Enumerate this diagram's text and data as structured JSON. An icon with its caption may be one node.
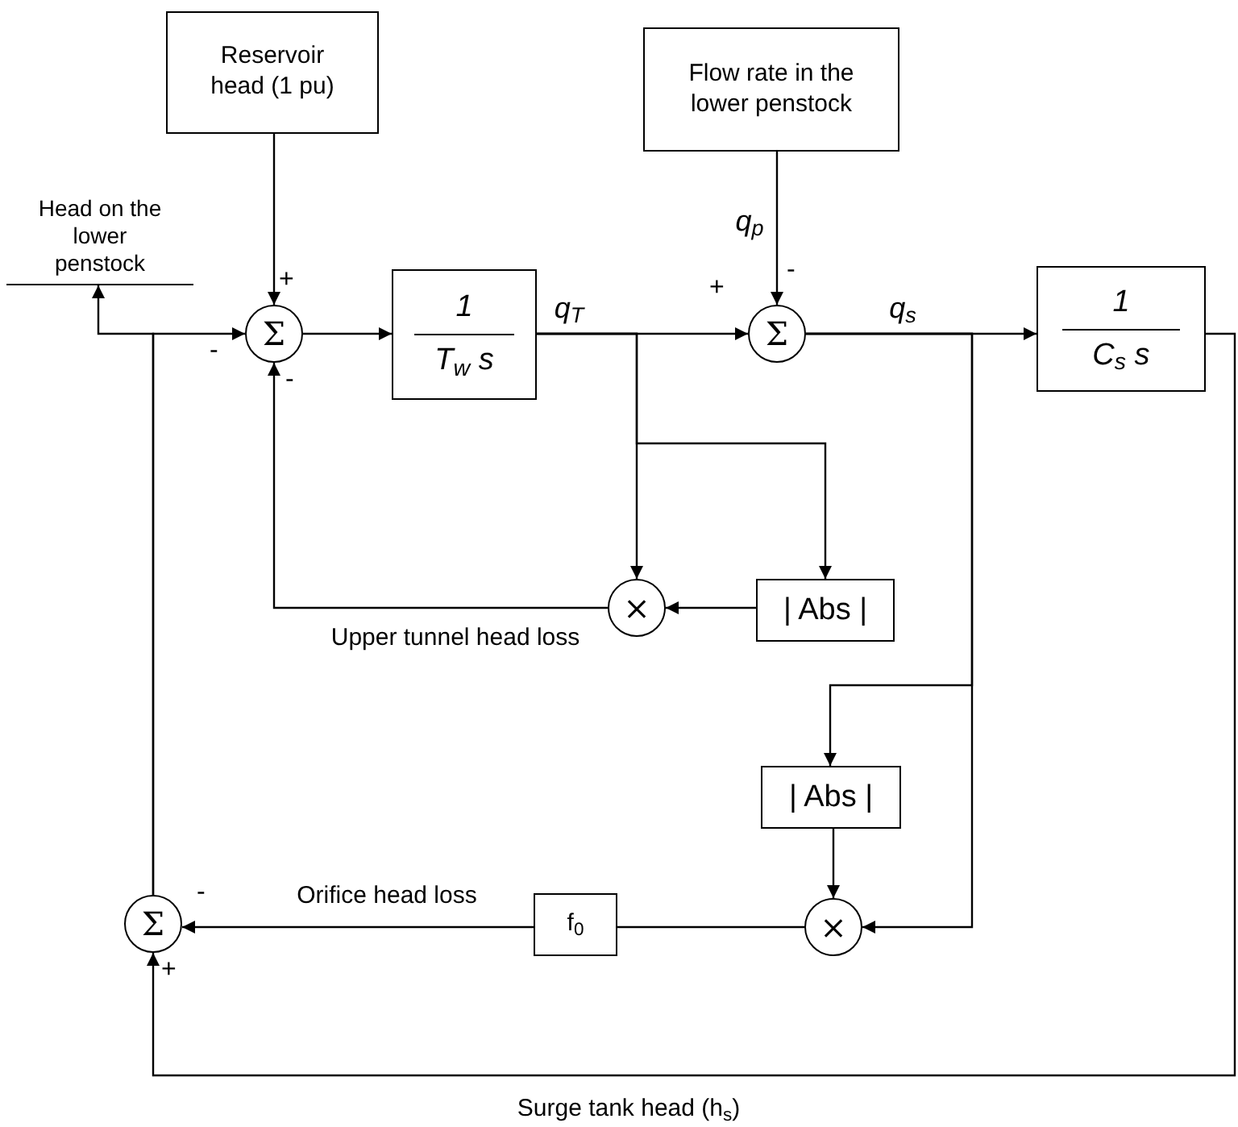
{
  "diagram": {
    "nodes": [
      {
        "text": [
          "Reservoir head (1 pu)"
        ]
      },
      {
        "text": [
          "Flow rate in the lower penstock"
        ]
      },
      {
        "text": [
          "Head on the lower penstock"
        ]
      },
      {
        "text": [
          "Σ"
        ]
      },
      {
        "text": [
          "1",
          "T$_{w}$ s"
        ]
      },
      {
        "text": [
          "Σ"
        ]
      },
      {
        "text": [
          "1",
          "C$_{s}$ s"
        ]
      },
      {
        "text": [
          "×"
        ]
      },
      {
        "text": [
          "| Abs |"
        ]
      },
      {
        "text": [
          "| Abs |"
        ]
      },
      {
        "text": [
          "×"
        ]
      },
      {
        "text": [
          "f$_{0}$"
        ]
      },
      {
        "text": [
          "Σ"
        ]
      }
    ],
    "edges": [
      {
        "from": 0,
        "to": 3,
        "arrow": "to"
      },
      {
        "from": 12,
        "to": 3,
        "arrow": "to"
      },
      {
        "from": 12,
        "to": 2,
        "arrow": "to"
      },
      {
        "from": 7,
        "to": 3,
        "arrow": "to",
        "label": "Upper tunnel head loss"
      },
      {
        "from": 3,
        "to": 4,
        "arrow": "to"
      },
      {
        "from": 4,
        "to": 5,
        "arrow": "to",
        "label": "q$_{T}$"
      },
      {
        "from": 4,
        "to": 7,
        "arrow": "to"
      },
      {
        "from": 4,
        "to": 8,
        "arrow": "to"
      },
      {
        "from": 8,
        "to": 7,
        "arrow": "to"
      },
      {
        "from": 1,
        "to": 5,
        "arrow": "to",
        "label": "q$_{p}$"
      },
      {
        "from": 5,
        "to": 6,
        "arrow": "to",
        "label": "q$_{s}$"
      },
      {
        "from": 5,
        "to": 9,
        "arrow": "to"
      },
      {
        "from": 5,
        "to": 10,
        "arrow": "to"
      },
      {
        "from": 9,
        "to": 10,
        "arrow": "to"
      },
      {
        "from": 10,
        "to": 11,
        "arrow": "none"
      },
      {
        "from": 11,
        "to": 12,
        "arrow": "to",
        "label": "Orifice head loss"
      },
      {
        "from": 6,
        "to": 12,
        "arrow": "to",
        "label": "Surge tank head (h$_{s}$)"
      }
    ],
    "labels": [
      "-",
      "+",
      "+",
      "-",
      "-",
      "-",
      "+"
    ]
  }
}
